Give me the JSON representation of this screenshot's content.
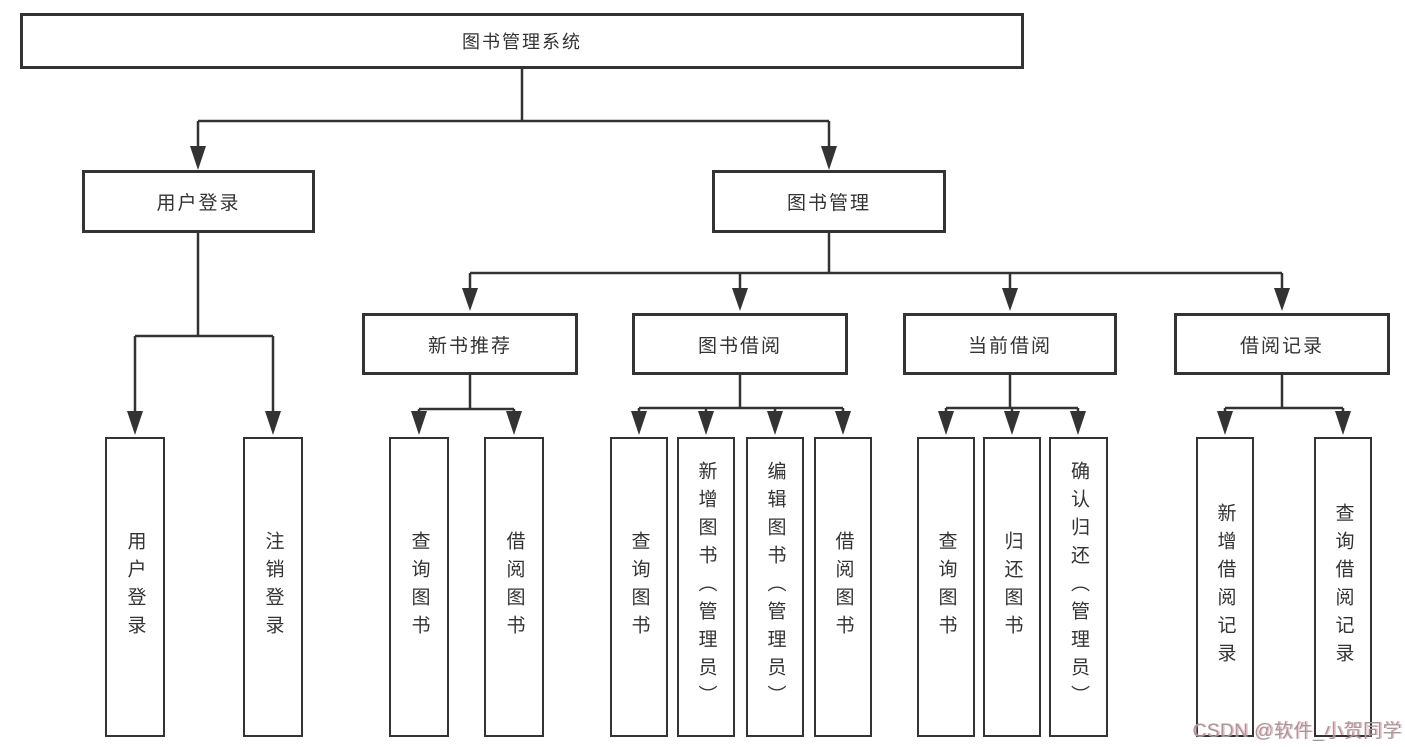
{
  "diagram": {
    "title": "图书管理系统",
    "branches": [
      {
        "label": "用户登录",
        "children": [
          {
            "label": "用户登录"
          },
          {
            "label": "注销登录"
          }
        ]
      },
      {
        "label": "图书管理",
        "children": [
          {
            "label": "新书推荐",
            "children": [
              {
                "label": "查询图书"
              },
              {
                "label": "借阅图书"
              }
            ]
          },
          {
            "label": "图书借阅",
            "children": [
              {
                "label": "查询图书"
              },
              {
                "label": "新增图书（管理员）"
              },
              {
                "label": "编辑图书（管理员）"
              },
              {
                "label": "借阅图书"
              }
            ]
          },
          {
            "label": "当前借阅",
            "children": [
              {
                "label": "查询图书"
              },
              {
                "label": "归还图书"
              },
              {
                "label": "确认归还（管理员）"
              }
            ]
          },
          {
            "label": "借阅记录",
            "children": [
              {
                "label": "新增借阅记录"
              },
              {
                "label": "查询借阅记录"
              }
            ]
          }
        ]
      }
    ]
  },
  "watermark": {
    "text": "CSDN @软件_小贺同学"
  },
  "colors": {
    "line": "#333333",
    "box_border": "#333333",
    "text": "#333333",
    "background": "#ffffff",
    "watermark": "#a59898"
  }
}
